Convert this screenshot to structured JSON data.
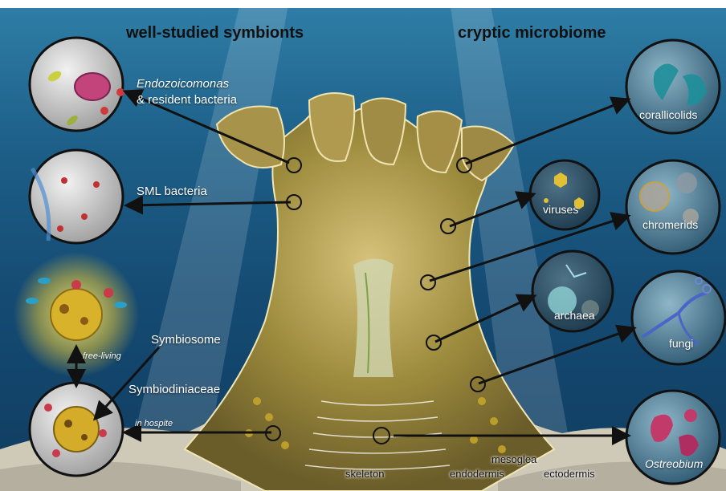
{
  "headings": {
    "left": "well-studied symbionts",
    "right": "cryptic microbiome"
  },
  "left_labels": {
    "endozoicomonas": "Endozoicomonas",
    "resident_bacteria": "& resident bacteria",
    "sml_bacteria": "SML bacteria",
    "symbiosome": "Symbiosome",
    "symbiodiniaceae": "Symbiodiniaceae",
    "free_living": "free-living",
    "in_hospite": "in hospite"
  },
  "right_labels": {
    "corallicolids": "corallicolids",
    "viruses": "viruses",
    "chromerids": "chromerids",
    "archaea": "archaea",
    "fungi": "fungi",
    "ostreobium": "Ostreobium"
  },
  "bottom_labels": {
    "skeleton": "skeleton",
    "mesoglea": "mesoglea",
    "endodermis": "endodermis",
    "ectodermis": "ectodermis"
  },
  "colors": {
    "water_top": "#2f7fa8",
    "water_bottom": "#103c60",
    "polyp": "#b9a24a",
    "arrow": "#111111"
  }
}
